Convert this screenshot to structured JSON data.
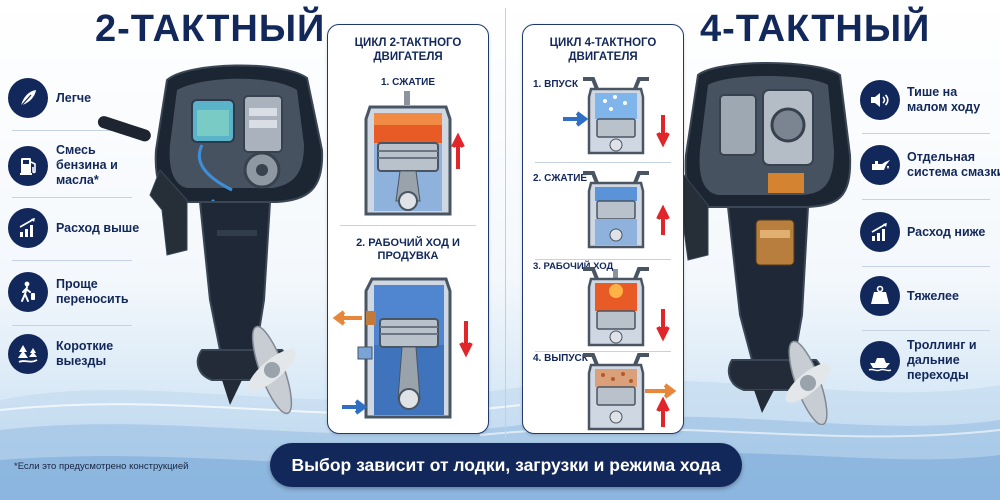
{
  "left": {
    "title": "2-ТАКТНЫЙ",
    "features": [
      {
        "icon": "feather-icon",
        "label": "Легче"
      },
      {
        "icon": "fuel-pump-icon",
        "label": "Смесь бензина и масла*"
      },
      {
        "icon": "bar-chart-up-icon",
        "label": "Расход выше"
      },
      {
        "icon": "walking-person-icon",
        "label": "Проще переносить"
      },
      {
        "icon": "trees-river-icon",
        "label": "Короткие выезды"
      }
    ]
  },
  "right": {
    "title": "4-ТАКТНЫЙ",
    "features": [
      {
        "icon": "speaker-quiet-icon",
        "label": "Тише на малом ходу"
      },
      {
        "icon": "oil-can-icon",
        "label": "Отдельная система смазки"
      },
      {
        "icon": "bar-chart-down-icon",
        "label": "Расход ниже"
      },
      {
        "icon": "weight-icon",
        "label": "Тяжелее"
      },
      {
        "icon": "boat-icon",
        "label": "Троллинг и дальние переходы"
      }
    ]
  },
  "two_stroke_cycle": {
    "title": "ЦИКЛ 2-ТАКТНОГО ДВИГАТЕЛЯ",
    "stages": [
      "1. СЖАТИЕ",
      "2. РАБОЧИЙ ХОД И ПРОДУВКА"
    ]
  },
  "four_stroke_cycle": {
    "title": "ЦИКЛ 4-ТАКТНОГО ДВИГАТЕЛЯ",
    "stages": [
      "1. ВПУСК",
      "2. СЖАТИЕ",
      "3. РАБОЧИЙ ХОД",
      "4. ВЫПУСК"
    ]
  },
  "banner": "Выбор зависит от лодки, загрузки и режима хода",
  "footnote": "*Если это предусмотрено конструкцией",
  "colors": {
    "navy": "#13285a",
    "arrow_red": "#e0262b",
    "arrow_blue": "#2f6fc4",
    "exhaust_orange": "#e8863a",
    "water": "#a9cbea"
  }
}
